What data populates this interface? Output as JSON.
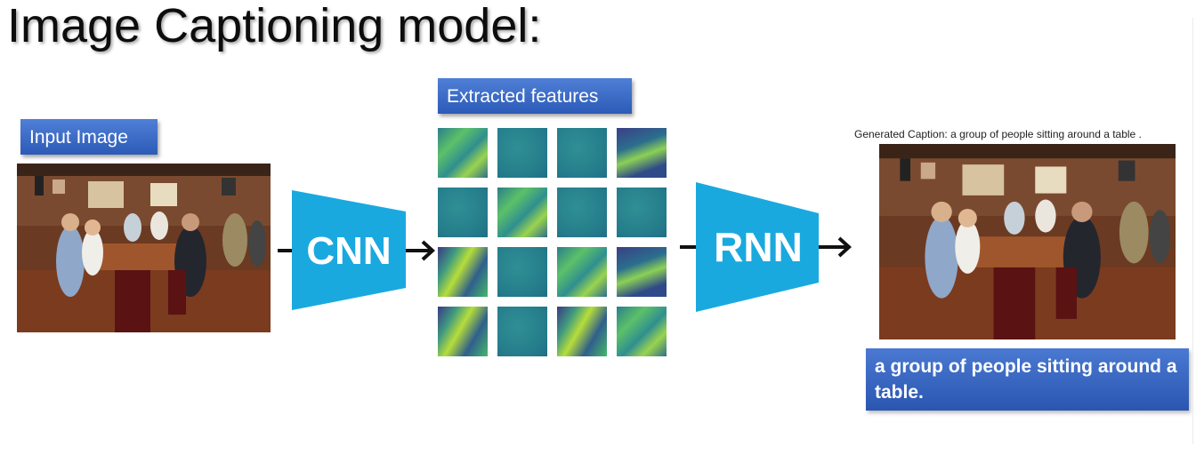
{
  "title": "Image Captioning model:",
  "labels": {
    "input_image": "Input Image",
    "extracted_features": "Extracted features"
  },
  "networks": {
    "cnn": "CNN",
    "rnn": "RNN"
  },
  "generated_caption_line": "Generated Caption:  a group of people sitting around a table .",
  "output_caption": "a group of people sitting around a table.",
  "colors": {
    "network_block": "#1aa9df",
    "label_box": "#3566c4",
    "arrow": "#111111"
  },
  "feature_maps": [
    [
      "mixed-green",
      "teal-flat",
      "teal-flat",
      "dark-blue"
    ],
    [
      "teal-flat",
      "mixed-green",
      "teal-flat",
      "teal-flat"
    ],
    [
      "mixed-dark",
      "teal-flat",
      "mixed-green",
      "dark-blue"
    ],
    [
      "mixed-dark",
      "teal-flat",
      "mixed-dark",
      "mixed-green"
    ]
  ]
}
